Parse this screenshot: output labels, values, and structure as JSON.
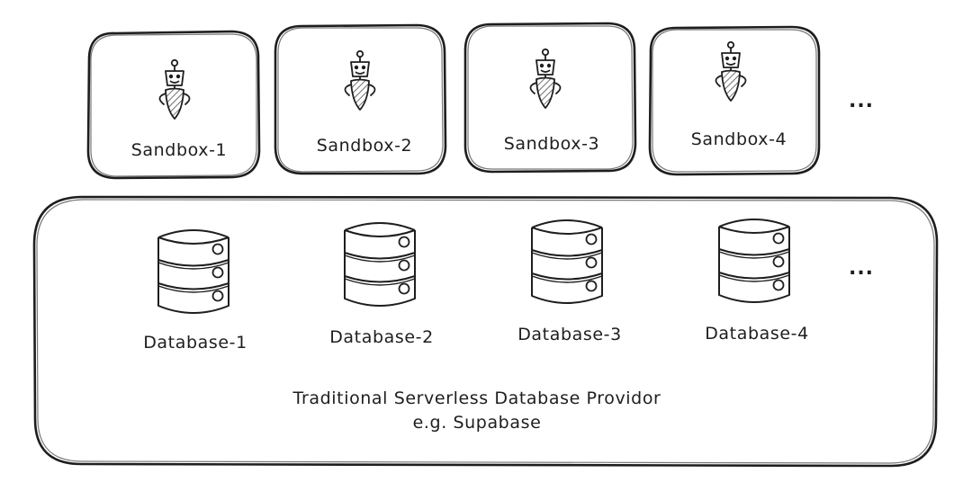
{
  "sandboxes": [
    {
      "label": "Sandbox-1"
    },
    {
      "label": "Sandbox-2"
    },
    {
      "label": "Sandbox-3"
    },
    {
      "label": "Sandbox-4"
    }
  ],
  "sandbox_more": "...",
  "databases": [
    {
      "label": "Database-1"
    },
    {
      "label": "Database-2"
    },
    {
      "label": "Database-3"
    },
    {
      "label": "Database-4"
    }
  ],
  "database_more": "...",
  "provider": {
    "title": "Traditional Serverless Database Providor",
    "example": "e.g. Supabase"
  },
  "colors": {
    "stroke": "#1e1e1e",
    "background": "#ffffff"
  },
  "icons": {
    "sandbox": "robot-agent-icon",
    "database": "database-cylinder-icon"
  }
}
